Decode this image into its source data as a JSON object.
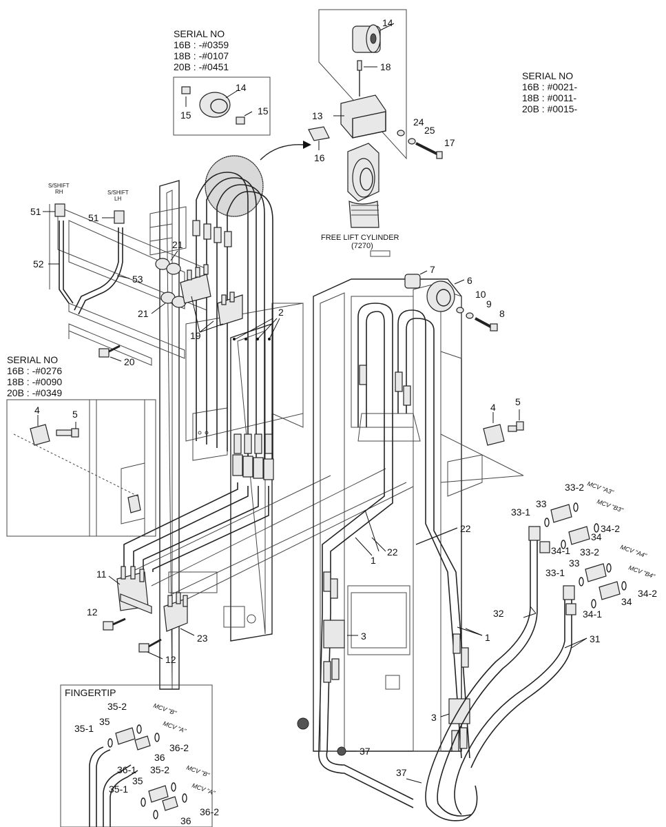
{
  "serial_boxes": {
    "roller_old": {
      "title": "SERIAL NO",
      "lines": [
        "16B : -#0359",
        "18B : -#0107",
        "20B : -#0451"
      ]
    },
    "top_right": {
      "title": "SERIAL NO",
      "lines": [
        "16B : #0021-",
        "18B : #0011-",
        "20B : #0015-"
      ]
    },
    "bracket_old": {
      "title": "SERIAL NO",
      "lines": [
        "16B : -#0276",
        "18B : -#0090",
        "20B : -#0349"
      ]
    }
  },
  "labels": {
    "free_lift_cylinder": "FREE LIFT CYLINDER",
    "free_lift_code": "(7270)",
    "fingertip": "FINGERTIP",
    "sshift_rh_1": "S/SHIFT",
    "sshift_rh_2": "RH",
    "sshift_lh_1": "S/SHIFT",
    "sshift_lh_2": "LH"
  },
  "mcv_tags": {
    "a1": "MCV \"A3\"",
    "a2": "MCV \"B3\"",
    "b1": "MCV \"A4\"",
    "b2": "MCV \"B4\"",
    "c1": "MCV \"B\"",
    "c2": "MCV \"A\"",
    "d1": "MCV \"B\"",
    "d2": "MCV \"A\""
  },
  "callouts": {
    "c14a": "14",
    "c18": "18",
    "c14b": "14",
    "c15a": "15",
    "c15b": "15",
    "c13": "13",
    "c24": "24",
    "c25": "25",
    "c17": "17",
    "c16": "16",
    "c51a": "51",
    "c51b": "51",
    "c52": "52",
    "c53": "53",
    "c21a": "21",
    "c21b": "21",
    "c19": "19",
    "c2": "2",
    "c20": "20",
    "c7": "7",
    "c6": "6",
    "c10": "10",
    "c9": "9",
    "c8": "8",
    "c4a": "4",
    "c5a": "5",
    "c4b": "4",
    "c5b": "5",
    "c33_2a": "33-2",
    "c33a": "33",
    "c33_1a": "33-1",
    "c34_2a": "34-2",
    "c34a": "34",
    "c34_1a": "34-1",
    "c33_2b": "33-2",
    "c33b": "33",
    "c33_1b": "33-1",
    "c34_2b": "34-2",
    "c34b": "34",
    "c34_1b": "34-1",
    "c32": "32",
    "c31": "31",
    "c22a": "22",
    "c22b": "22",
    "c1a": "1",
    "c1b": "1",
    "c3a": "3",
    "c3b": "3",
    "c11": "11",
    "c12a": "12",
    "c12b": "12",
    "c23": "23",
    "c37a": "37",
    "c37b": "37",
    "c35_2a": "35-2",
    "c35a": "35",
    "c35_1a": "35-1",
    "c36a": "36",
    "c36_1": "36-1",
    "c36_2a": "36-2",
    "c35_2b": "35-2",
    "c35b": "35",
    "c35_1b": "35-1",
    "c36b": "36",
    "c36_2b": "36-2"
  }
}
